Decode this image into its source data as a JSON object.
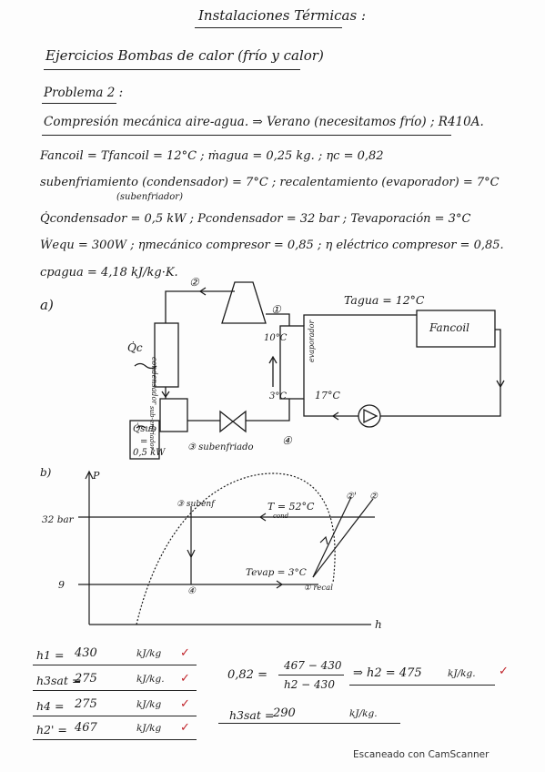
{
  "header": {
    "title": "Instalaciones Térmicas :",
    "subtitle": "Ejercicios Bombas de calor (frío y calor)",
    "problem": "Problema 2 :",
    "description": "Compresión mecánica aire-agua. ⇒ Verano (necesitamos frío) ; R410A."
  },
  "data_lines": {
    "line1": "Fancoil = Tfancoil = 12°C ; ṁagua = 0,25 kg. ; ηc = 0,82",
    "line2": "subenfriamiento (condensador) = 7°C ; recalentamiento (evaporador) = 7°C",
    "line2_note": "(subenfriador)",
    "line3": "Q̇condensador = 0,5 kW ; Pcondensador = 32 bar ; Tevaporación = 3°C",
    "line4": "Ẇequ = 300W ; ηmecánico compresor = 0,85 ; η eléctrico compresor = 0,85.",
    "line5": "cpagua = 4,18 kJ/kg·K."
  },
  "section_a": {
    "label": "a)",
    "node_1": "①",
    "node_2": "②",
    "node_3": "③",
    "node_4": "④",
    "t_water": "Tagua = 12°C",
    "fancoil": "Fancoil",
    "qc": "Q̇c",
    "condenser": "condensador",
    "subcooler": "sub-enfriador",
    "evaporator": "evaporador",
    "qsub": "Q̇sub",
    "qsub_eq": "=",
    "qsub_val": "0,5 kW",
    "t10": "10°C",
    "t3": "3°C",
    "t17": "17°C",
    "node3_label": "③ subenfriado"
  },
  "section_b": {
    "label": "b)",
    "axis_p": "P",
    "axis_h": "h",
    "p_high": "32 bar",
    "p_low": "9",
    "point_3": "③ subenf",
    "point_2p": "②'",
    "point_2": "②",
    "point_4": "④",
    "point_1": "① recal",
    "t_cond": "T = 52°C",
    "t_cond_sub": "cond",
    "t_evap": "Tevap = 3°C"
  },
  "results": [
    {
      "name": "h1 =",
      "value": "430",
      "unit": "kJ/kg"
    },
    {
      "name": "h3sat =",
      "value": "275",
      "unit": "kJ/kg."
    },
    {
      "name": "h4 =",
      "value": "275",
      "unit": "kJ/kg"
    },
    {
      "name": "h2' =",
      "value": "467",
      "unit": "kJ/kg"
    }
  ],
  "equation": {
    "lhs": "0,82 =",
    "numerator": "467 − 430",
    "denominator": "h2 − 430",
    "implies": "⇒ h2 = 475",
    "unit": "kJ/kg."
  },
  "h3": {
    "name": "h3sat =",
    "value": "290",
    "unit": "kJ/kg."
  },
  "checkmark": "✓",
  "footer": "Escaneado con CamScanner"
}
